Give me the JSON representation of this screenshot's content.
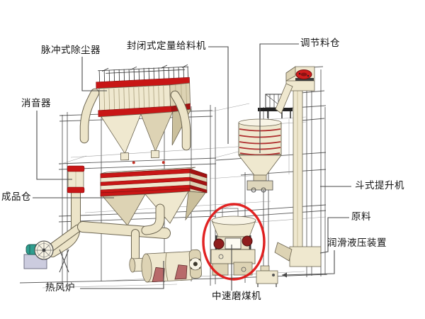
{
  "diagram": {
    "description": "Industrial grinding plant process diagram",
    "labels": {
      "dust_collector": "脉冲式除尘器",
      "feeder": "封闭式定量给料机",
      "adjusting_silo": "调节料仓",
      "muffler": "消音器",
      "product_silo": "成品仓",
      "bucket_elevator": "斗式提升机",
      "raw_material": "原料",
      "lubrication": "润滑液压装置",
      "hot_air_furnace": "热风炉",
      "coal_mill": "中速磨煤机"
    },
    "colors": {
      "highlight_red": "#e01010",
      "band_red": "#c81616",
      "body_tan": "#efe8cf",
      "shade_tan": "#ddd3b4",
      "motor_teal": "#2f9e8f",
      "base_lavender": "#ccccdf",
      "saddle_red": "#b86a6a",
      "line_dark": "#3f3f3f"
    }
  }
}
